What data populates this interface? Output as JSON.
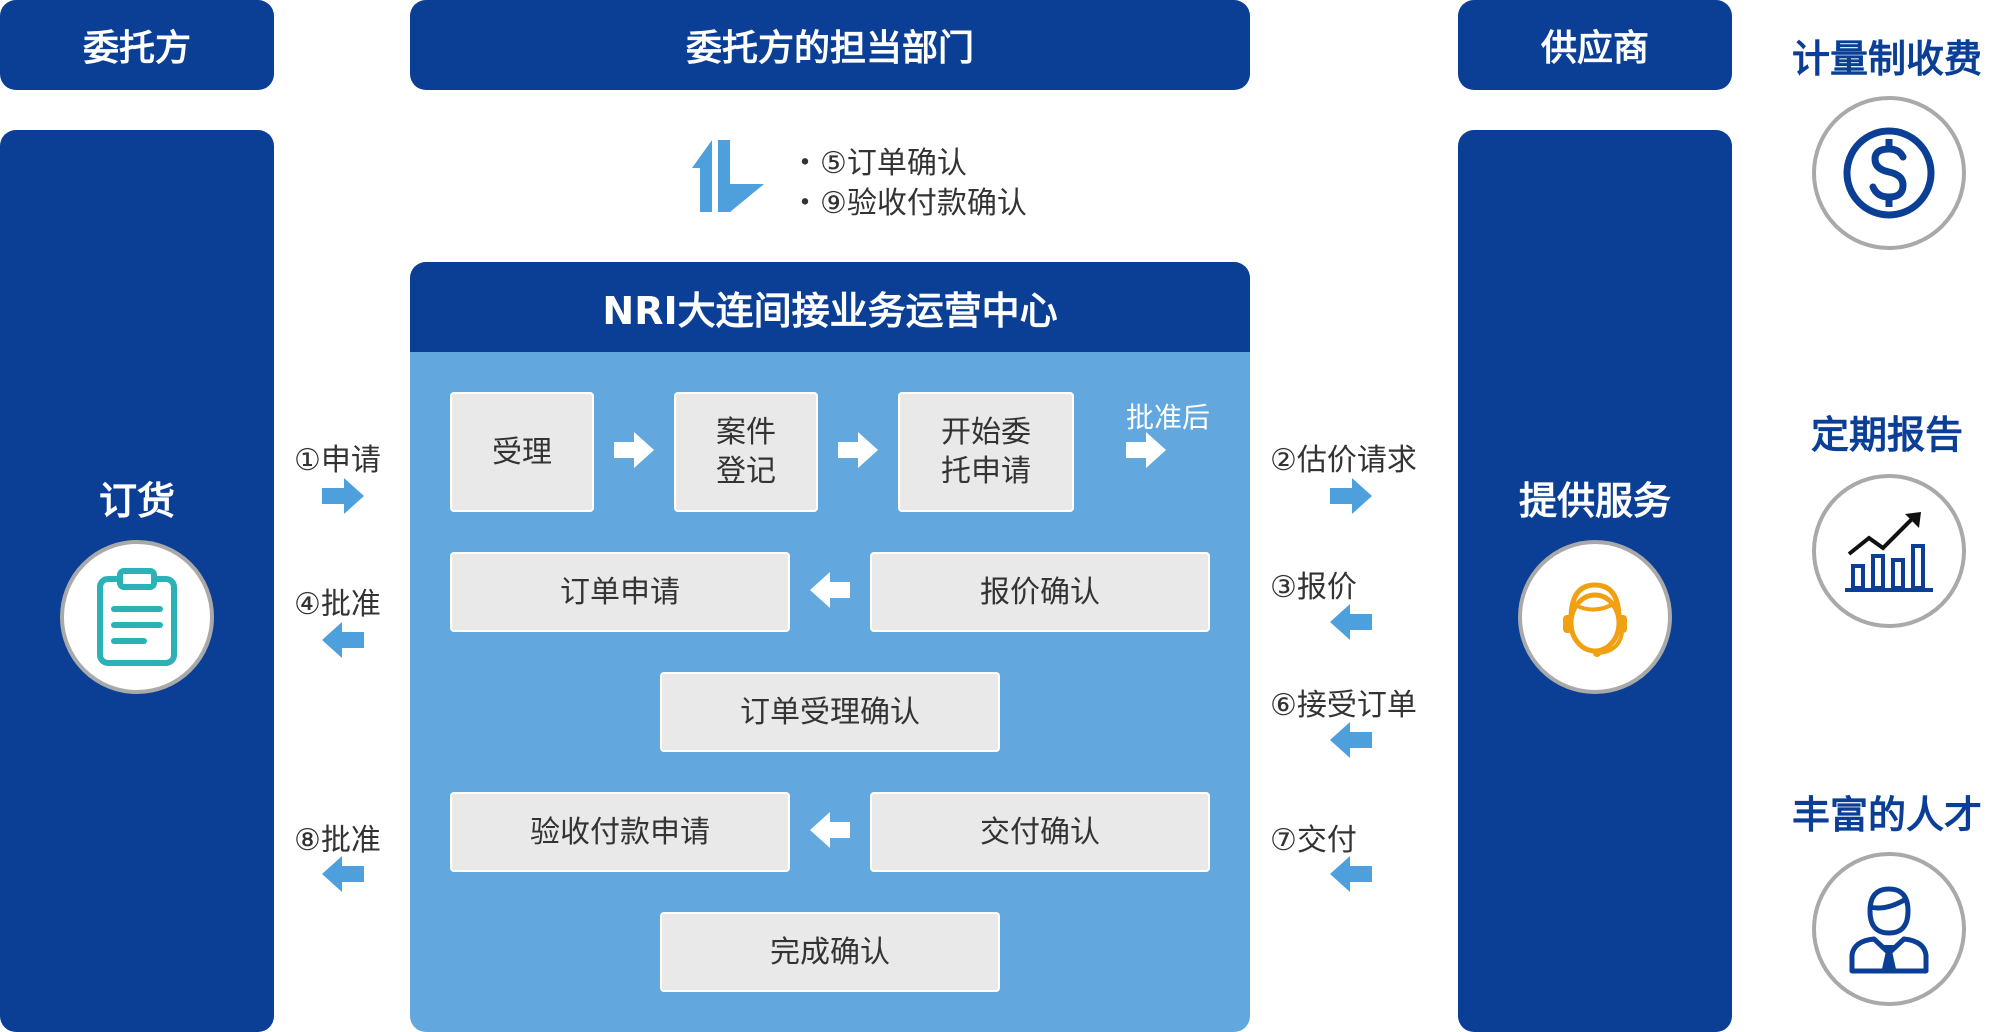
{
  "headers": {
    "client": "委托方",
    "client_department": "委托方的担当部门",
    "supplier": "供应商"
  },
  "client_column": {
    "title": "订货",
    "icon": "clipboard-icon"
  },
  "supplier_column": {
    "title": "提供服务",
    "icon": "headset-person-icon"
  },
  "dept_notes": [
    "・⑤订单确认",
    "・⑨验收付款确认"
  ],
  "center": {
    "title": "NRI大连间接业务运营中心",
    "row1": [
      "受理",
      "案件\n登记",
      "开始委\n托申请"
    ],
    "after_approval": "批准后",
    "row2_left": "订单申请",
    "row2_right": "报价确认",
    "row3": "订单受理确认",
    "row4_left": "验收付款申请",
    "row4_right": "交付确认",
    "row5": "完成确认"
  },
  "left_steps": [
    "①申请",
    "④批准",
    "⑧批准"
  ],
  "right_steps": [
    "②估价请求",
    "③报价",
    "⑥接受订单",
    "⑦交付"
  ],
  "features": [
    {
      "title": "计量制收费",
      "icon": "dollar-icon"
    },
    {
      "title": "定期报告",
      "icon": "bar-chart-trend-icon"
    },
    {
      "title": "丰富的人才",
      "icon": "business-person-icon"
    }
  ],
  "colors": {
    "navy": "#0a3f95",
    "light_blue": "#62a8de",
    "arrow_blue": "#4ea0dc",
    "box_gray": "#e9e9e9"
  }
}
